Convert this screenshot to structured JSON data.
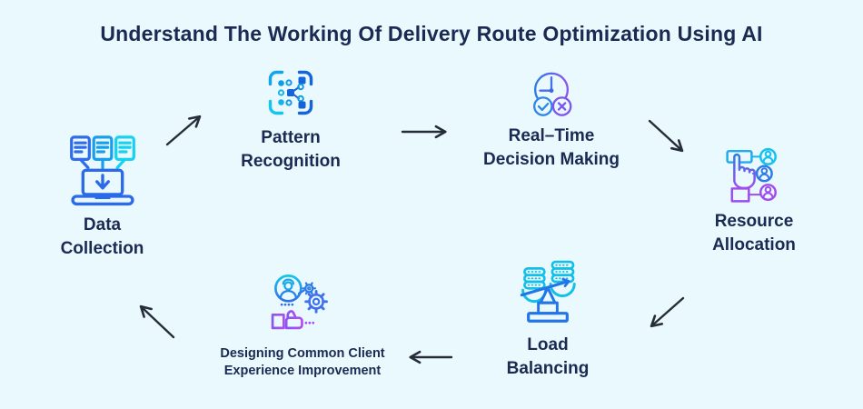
{
  "title": "Understand The Working Of Delivery Route Optimization Using AI",
  "steps": [
    {
      "label": "Data\nCollection",
      "icon": "data-collection-icon"
    },
    {
      "label": "Pattern\nRecognition",
      "icon": "pattern-recognition-icon"
    },
    {
      "label": "Real–Time\nDecision Making",
      "icon": "real-time-decision-making-icon"
    },
    {
      "label": "Resource\nAllocation",
      "icon": "resource-allocation-icon"
    },
    {
      "label": "Load\nBalancing",
      "icon": "load-balancing-icon"
    },
    {
      "label": "Designing Common Client\nExperience Improvement",
      "icon": "client-experience-improvement-icon"
    }
  ],
  "colors": {
    "background": "#eaf9fd",
    "text": "#1b2a52",
    "arrow": "#262d3a",
    "icon_blue": "#2b6ae9",
    "icon_cyan": "#15cdf0",
    "icon_purple": "#a04df0"
  }
}
